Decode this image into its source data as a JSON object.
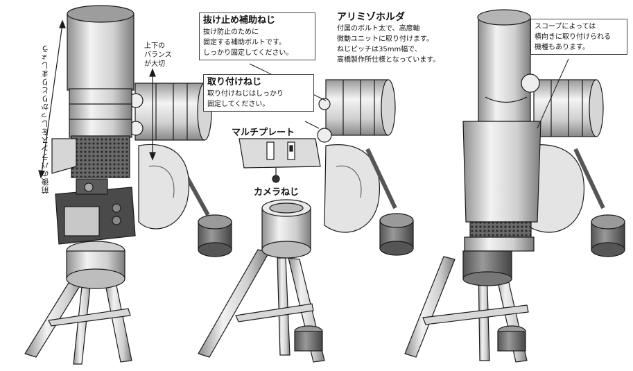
{
  "balance_front_back": "前後のバランスをしっかりとりましょう",
  "balance_up_down": [
    "上下の",
    "バランス",
    "が大切"
  ],
  "callout_anti_slip": {
    "title": "抜け止め補助ねじ",
    "lines": [
      "抜け防止のために",
      "固定する補助ボルトです。",
      "しっかり固定してください。"
    ]
  },
  "callout_mount_screw": {
    "title": "取り付けねじ",
    "lines": [
      "取り付けねじはしっかり",
      "固定してください。"
    ]
  },
  "multi_plate_label": "マルチプレート",
  "camera_screw_label": "カメラねじ",
  "dovetail_holder": {
    "title": "アリミゾホルダ",
    "lines": [
      "付属のボルト太で、高度軸",
      "微動ユニットに取り付けます。",
      "ねじピッチは35mm幅で、",
      "高橋製作所仕様となっています。"
    ]
  },
  "callout_scope": {
    "lines": [
      "スコープによっては",
      "横向きに取り付けられる",
      "機種もあります。"
    ]
  },
  "colors": {
    "line": "#1a1a1a",
    "fill_light": "#f0f0f0",
    "fill_mid": "#c8c8c8",
    "fill_dark": "#8a8a8a",
    "callout_border": "#444444"
  }
}
